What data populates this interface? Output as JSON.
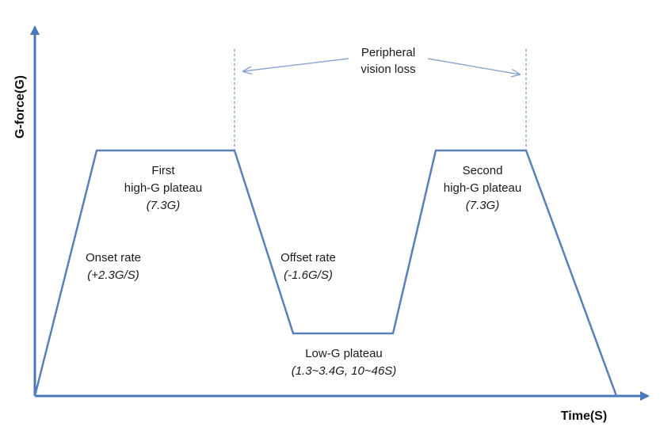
{
  "axes": {
    "y_label": "G-force(G)",
    "x_label": "Time(S)"
  },
  "annotations": {
    "peripheral_line1": "Peripheral",
    "peripheral_line2": "vision loss",
    "first_plateau_line1": "First",
    "first_plateau_line2": "high-G plateau",
    "first_plateau_value": "(7.3G)",
    "second_plateau_line1": "Second",
    "second_plateau_line2": "high-G plateau",
    "second_plateau_value": "(7.3G)",
    "onset_label": "Onset rate",
    "onset_value": "(+2.3G/S)",
    "offset_label": "Offset rate",
    "offset_value": "(-1.6G/S)",
    "low_plateau_label": "Low-G plateau",
    "low_plateau_value": "(1.3~3.4G, 10~46S)"
  },
  "colors": {
    "curve": "#5b7fb8",
    "axis": "#4a78b8",
    "guide": "#6f90c6",
    "arrow": "#8aa6cf"
  }
}
